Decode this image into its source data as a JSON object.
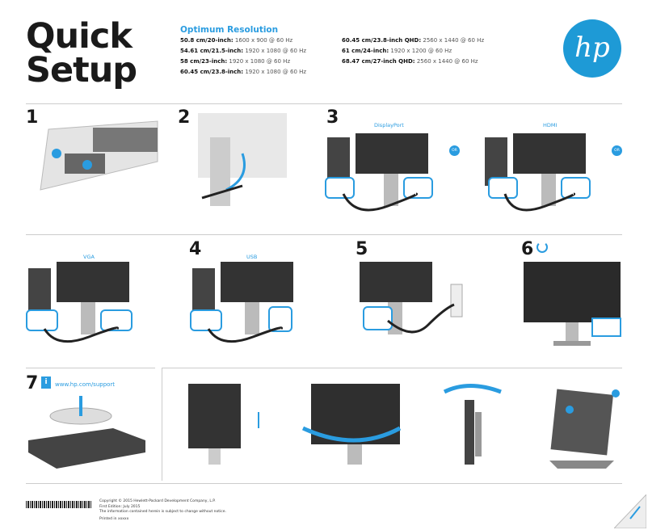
{
  "title": {
    "line1": "Quick",
    "line2": "Setup"
  },
  "resolution": {
    "heading": "Optimum Resolution",
    "items": [
      {
        "size": "50.8 cm/20-inch:",
        "value": "1600 x 900 @ 60 Hz"
      },
      {
        "size": "54.61 cm/21.5-inch:",
        "value": "1920 x 1080 @ 60 Hz"
      },
      {
        "size": "58 cm/23-inch:",
        "value": "1920 x 1080 @ 60 Hz"
      },
      {
        "size": "60.45 cm/23.8-inch:",
        "value": "1920 x 1080 @ 60 Hz"
      },
      {
        "size": "60.45 cm/23.8-inch QHD:",
        "value": "2560 x 1440 @ 60 Hz"
      },
      {
        "size": "61 cm/24-inch:",
        "value": "1920 x 1200 @ 60 Hz"
      },
      {
        "size": "68.47 cm/27-inch QHD:",
        "value": "2560 x 1440 @ 60 Hz"
      }
    ]
  },
  "logo": {
    "text": "hp",
    "color": "#1e9ad6"
  },
  "steps": {
    "s1": "1",
    "s2": "2",
    "s3": "3",
    "s4": "4",
    "s5": "5",
    "s6": "6",
    "s7": "7"
  },
  "labels": {
    "displayport": "DisplayPort",
    "hdmi": "HDMI",
    "or": "OR",
    "vga": "VGA",
    "usb": "USB",
    "hdmi_port": "HDMI",
    "url": "www.hp.com/support",
    "c1": "1",
    "c2": "2"
  },
  "footer": {
    "lines": [
      "Copyright © 2015 Hewlett-Packard Development Company, L.P.",
      "First Edition: July 2015",
      "The information contained herein is subject to change without notice.",
      "Printed in xxxxx"
    ]
  },
  "colors": {
    "accent": "#2a9ce0"
  }
}
